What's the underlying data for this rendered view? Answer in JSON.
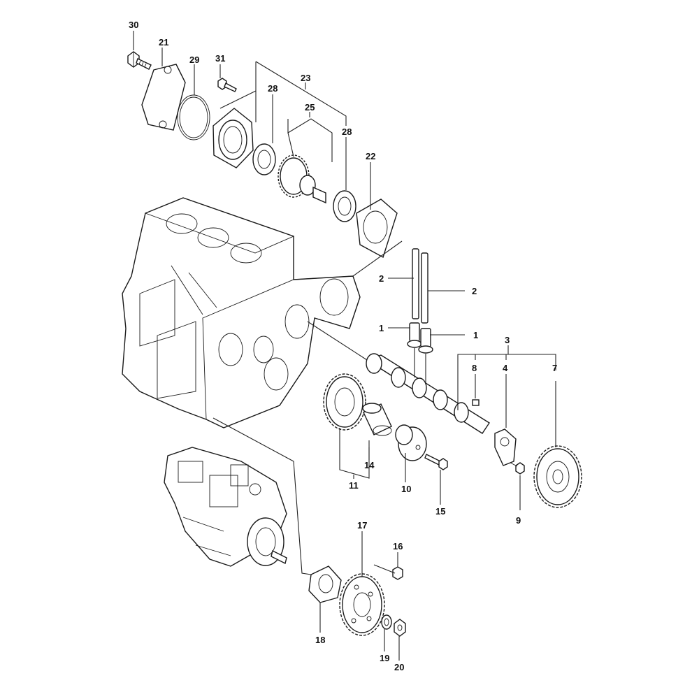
{
  "diagram": {
    "callouts": {
      "c30": "30",
      "c21": "21",
      "c29": "29",
      "c31": "31",
      "c23": "23",
      "c28a": "28",
      "c25": "25",
      "c28b": "28",
      "c22": "22",
      "c2a": "2",
      "c2b": "2",
      "c1a": "1",
      "c1b": "1",
      "c3": "3",
      "c8": "8",
      "c4": "4",
      "c7": "7",
      "c14": "14",
      "c11": "11",
      "c10": "10",
      "c15": "15",
      "c9": "9",
      "c17": "17",
      "c16": "16",
      "c18": "18",
      "c19": "19",
      "c20": "20"
    }
  }
}
